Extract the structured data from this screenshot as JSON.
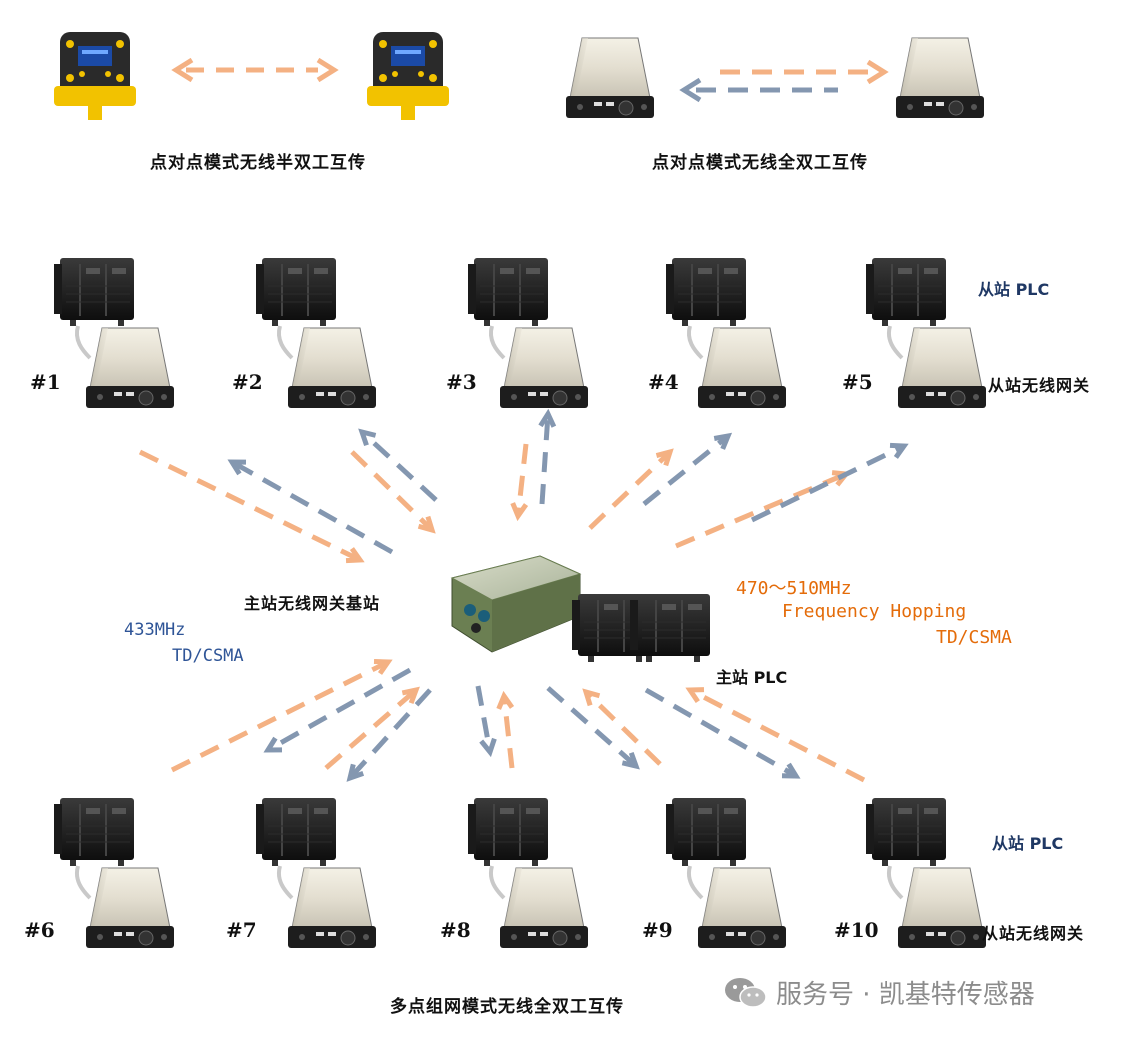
{
  "captions": {
    "half_duplex": "点对点模式无线半双工互传",
    "full_duplex": "点对点模式无线全双工互传",
    "multipoint": "多点组网模式无线全双工互传"
  },
  "nodes_top": [
    "#1",
    "#2",
    "#3",
    "#4",
    "#5"
  ],
  "nodes_bottom": [
    "#6",
    "#7",
    "#8",
    "#9",
    "#10"
  ],
  "labels": {
    "slave_plc_top": "从站 PLC",
    "slave_gateway_top": "从站无线网关",
    "slave_plc_bottom": "从站 PLC",
    "slave_gateway_bottom": "从站无线网关",
    "master_gateway": "主站无线网关基站",
    "master_plc": "主站 PLC",
    "freq_433": "433MHz",
    "proto_433": "TD/CSMA",
    "freq_470": "470～510MHz",
    "hopping": "Frequency Hopping",
    "proto_470": "TD/CSMA"
  },
  "watermark": {
    "icon": "wechat-icon",
    "text": "服务号 · 凯基特传感器"
  },
  "colors": {
    "orange_arrow": "#f4b183",
    "blue_arrow": "#8497b0",
    "blue_text": "#2f5597",
    "orange_text": "#e46c0a",
    "navy_text": "#1f3864"
  }
}
